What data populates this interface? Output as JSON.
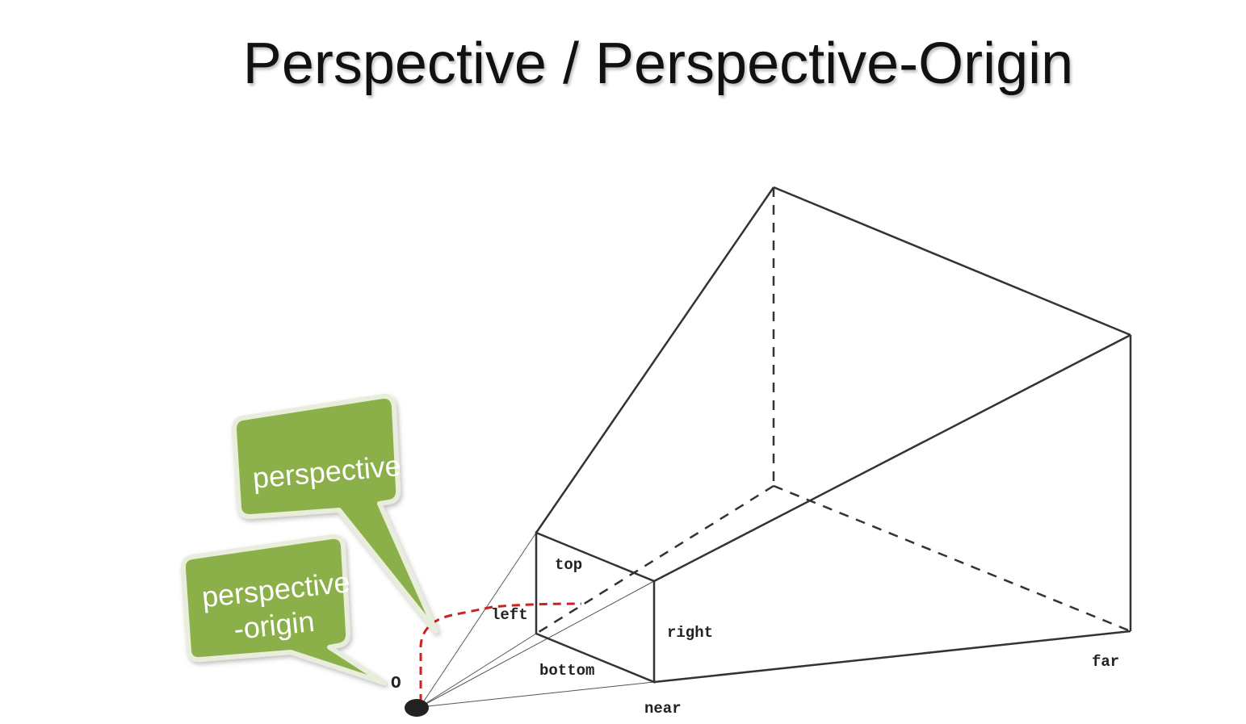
{
  "title": "Perspective / Perspective-Origin",
  "callouts": {
    "perspective": "perspective",
    "perspective_origin_line1": "perspective",
    "perspective_origin_line2": "-origin"
  },
  "labels": {
    "top": "top",
    "left": "left",
    "right": "right",
    "bottom": "bottom",
    "near": "near",
    "far": "far",
    "origin": "O"
  },
  "colors": {
    "callout_fill": "#8bb04a",
    "callout_border": "#e8eddc",
    "dash_red": "#cc2222",
    "line": "#333333"
  }
}
